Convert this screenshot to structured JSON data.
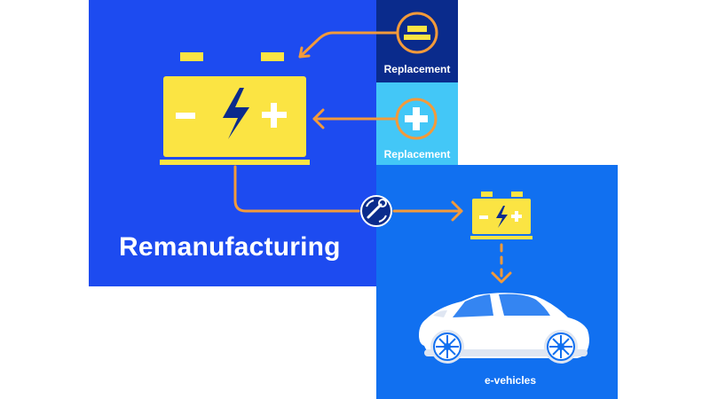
{
  "diagram": {
    "title": "Remanufacturing",
    "replacement_top_label": "Replacement",
    "replacement_bottom_label": "Replacement",
    "destination_label": "e-vehicles"
  },
  "colors": {
    "main_blue": "#1d4bf0",
    "dark_navy": "#0a2b8c",
    "light_cyan": "#43c7f7",
    "right_blue": "#1170f0",
    "battery_yellow": "#fbe443",
    "arrow_orange": "#f39a3a",
    "white": "#ffffff"
  },
  "icons": [
    "battery-icon",
    "minus-symbol-icon",
    "plus-symbol-icon",
    "wrench-cycle-icon",
    "car-icon"
  ]
}
